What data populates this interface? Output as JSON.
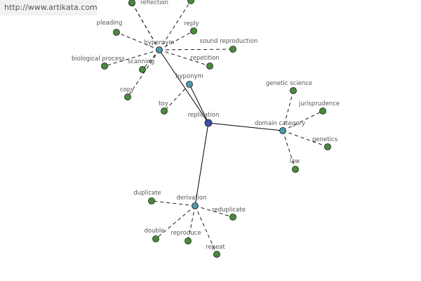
{
  "header": {
    "url": "http://www.artikata.com"
  },
  "colors": {
    "center": "#3d4fa6",
    "hub": "#4a9aa8",
    "leaf": "#4a8a3c",
    "stroke": "#1b1b1b"
  },
  "graph": {
    "center": {
      "id": "replication",
      "label": "replication"
    },
    "hubs": [
      {
        "id": "hypernym",
        "label": "hypernym"
      },
      {
        "id": "hyponym",
        "label": "hyponym"
      },
      {
        "id": "domain",
        "label": "domain category"
      },
      {
        "id": "derivation",
        "label": "derivation"
      }
    ],
    "leaves": [
      {
        "id": "reflection",
        "hub": "hypernym",
        "label": "reflection"
      },
      {
        "id": "top-partial",
        "hub": "hypernym",
        "label": ""
      },
      {
        "id": "top-left",
        "hub": "hypernym",
        "label": ""
      },
      {
        "id": "pleading",
        "hub": "hypernym",
        "label": "pleading"
      },
      {
        "id": "reply",
        "hub": "hypernym",
        "label": "reply"
      },
      {
        "id": "sound-reproduction",
        "hub": "hypernym",
        "label": "sound reproduction"
      },
      {
        "id": "biological-process",
        "hub": "hypernym",
        "label": "biological process"
      },
      {
        "id": "scanning",
        "hub": "hypernym",
        "label": "scanning"
      },
      {
        "id": "repetition",
        "hub": "hypernym",
        "label": "repetition"
      },
      {
        "id": "copy",
        "hub": "hypernym",
        "label": "copy"
      },
      {
        "id": "toy",
        "hub": "hyponym",
        "label": "toy"
      },
      {
        "id": "genetic-science",
        "hub": "domain",
        "label": "genetic science"
      },
      {
        "id": "jurisprudence",
        "hub": "domain",
        "label": "jurisprudence"
      },
      {
        "id": "genetics",
        "hub": "domain",
        "label": "genetics"
      },
      {
        "id": "law",
        "hub": "domain",
        "label": "law"
      },
      {
        "id": "duplicate",
        "hub": "derivation",
        "label": "duplicate"
      },
      {
        "id": "reduplicate",
        "hub": "derivation",
        "label": "reduplicate"
      },
      {
        "id": "double",
        "hub": "derivation",
        "label": "double"
      },
      {
        "id": "reproduce",
        "hub": "derivation",
        "label": "reproduce"
      },
      {
        "id": "repeat",
        "hub": "derivation",
        "label": "repeat"
      }
    ]
  }
}
